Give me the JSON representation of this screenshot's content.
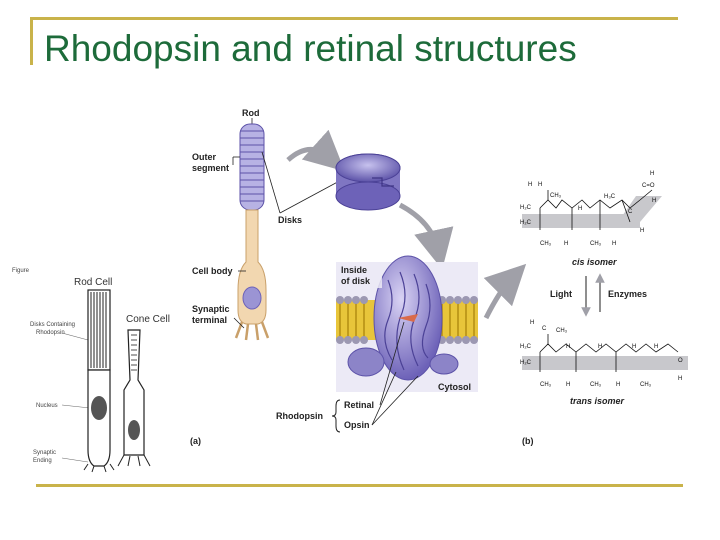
{
  "slide": {
    "title": "Rhodopsin and retinal structures"
  },
  "left_figure": {
    "figure_tag": "Figure",
    "rod_cell": "Rod Cell",
    "cone_cell": "Cone Cell",
    "disks_label": "Disks Containing Rhodopsin",
    "nucleus": "Nucleus",
    "synaptic_ending": "Synaptic Ending"
  },
  "panel_a": {
    "rod": "Rod",
    "outer_segment_1": "Outer",
    "outer_segment_2": "segment",
    "disks": "Disks",
    "cell_body": "Cell body",
    "synaptic_1": "Synaptic",
    "synaptic_2": "terminal",
    "inside_disk_1": "Inside",
    "inside_disk_2": "of disk",
    "cytosol": "Cytosol",
    "rhodopsin": "Rhodopsin",
    "retinal": "Retinal",
    "opsin": "Opsin",
    "letter": "(a)"
  },
  "panel_b": {
    "cis_isomer": "cis isomer",
    "trans_isomer": "trans isomer",
    "light": "Light",
    "enzymes": "Enzymes",
    "letter": "(b)"
  },
  "colors": {
    "title": "#1d6b3a",
    "frame": "#c9b34a",
    "disk_purple": "#8c84c8",
    "rod_tan": "#f2d7b0",
    "membrane_yellow": "#e8c53a",
    "arrow_gray": "#a0a0a8"
  }
}
